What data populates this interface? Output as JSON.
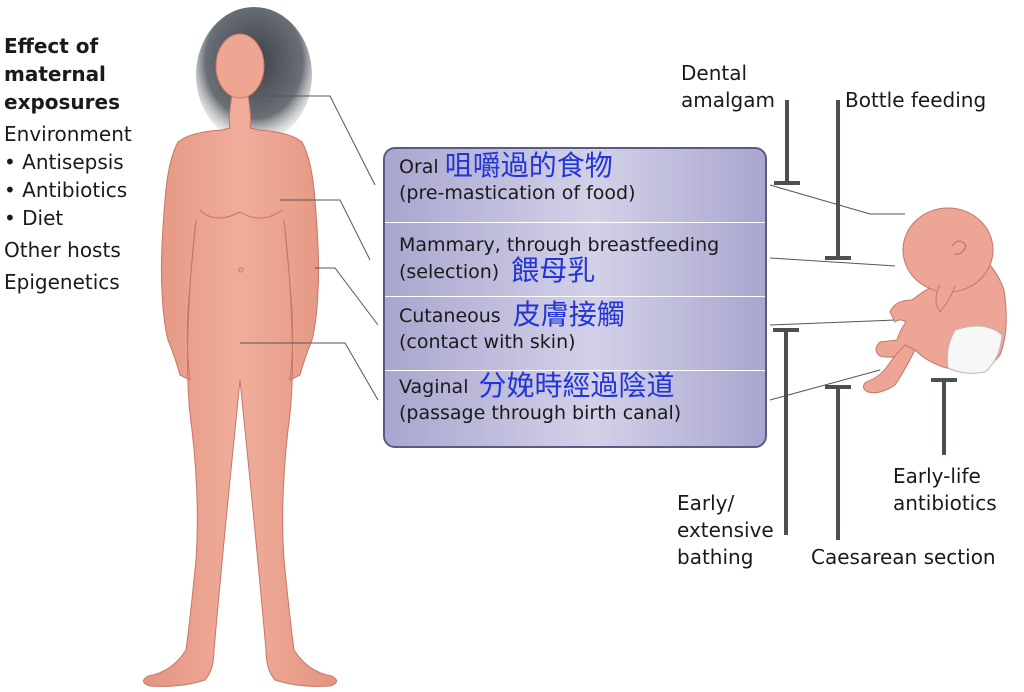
{
  "left": {
    "title_line1": "Effect of",
    "title_line2": "maternal",
    "title_line3": "exposures",
    "environment": "Environment",
    "bullets": [
      "• Antisepsis",
      "• Antibiotics",
      "• Diet"
    ],
    "other_hosts": "Other hosts",
    "epigenetics": "Epigenetics"
  },
  "routes": [
    {
      "label": "Oral",
      "cjk": "咀嚼過的食物",
      "detail": "(pre-mastication of food)"
    },
    {
      "label": "Mammary, through breastfeeding",
      "cjk": "餵母乳",
      "detail": "(selection)"
    },
    {
      "label": "Cutaneous",
      "cjk": "皮膚接觸",
      "detail": "(contact with skin)"
    },
    {
      "label": "Vaginal",
      "cjk": "分娩時經過陰道",
      "detail": "(passage through birth canal)"
    }
  ],
  "interventions": {
    "dental_1": "Dental",
    "dental_2": "amalgam",
    "bottle": "Bottle feeding",
    "bathing_1": "Early/",
    "bathing_2": "extensive",
    "bathing_3": "bathing",
    "caesarean": "Caesarean section",
    "antibiotics_1": "Early-life",
    "antibiotics_2": "antibiotics"
  },
  "colors": {
    "skin": "#e8a08e",
    "skin_shadow": "#d8806f",
    "hair": "#5a5f66",
    "box_fill": "#c9c7e2",
    "box_border": "#5b5a86",
    "cjk_text": "#2235d6",
    "inhibitor": "#4a4f55"
  }
}
